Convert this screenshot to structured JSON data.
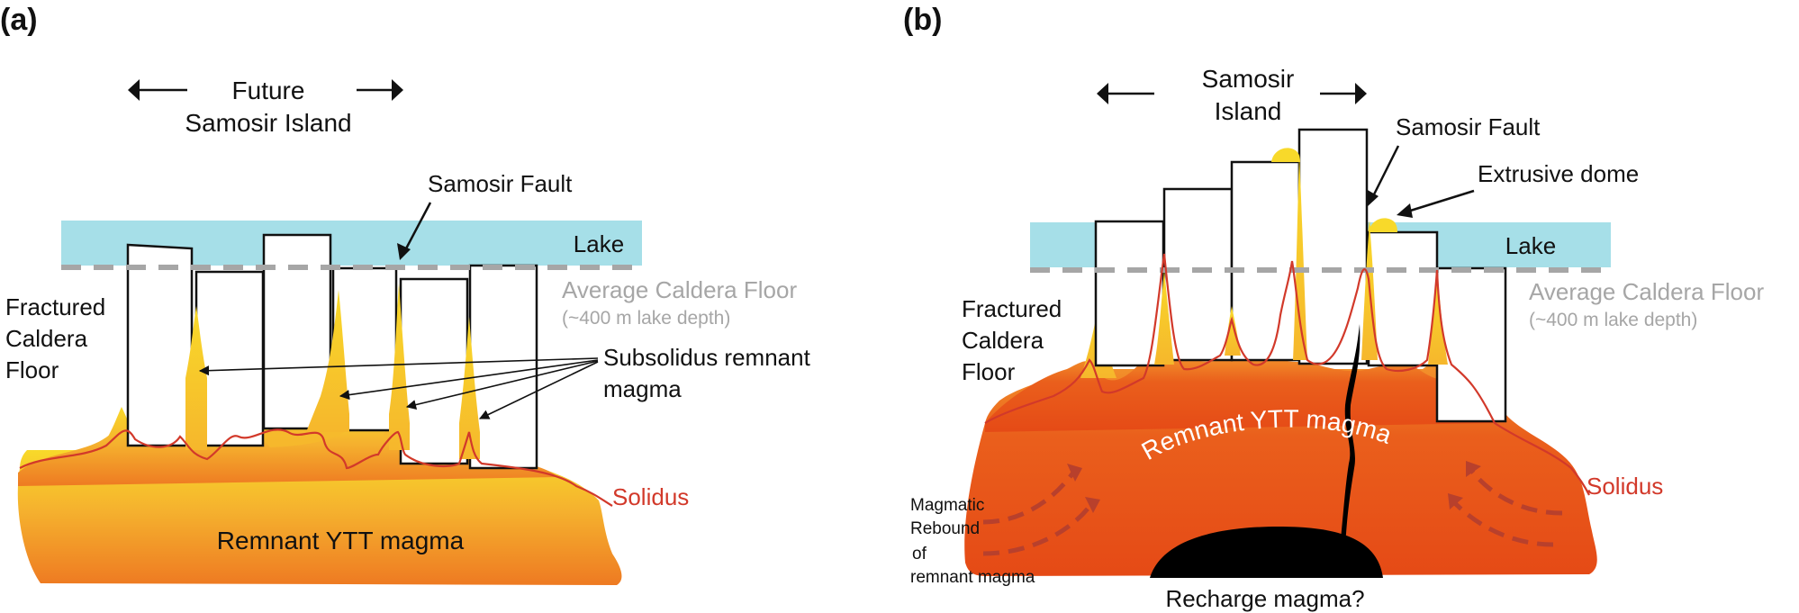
{
  "panel_a": {
    "tag": "(a)",
    "island_line1": "Future",
    "island_line2": "Samosir Island",
    "fault": "Samosir Fault",
    "lake": "Lake",
    "floor_line1": "Average Caldera Floor",
    "floor_line2": "(~400 m lake depth)",
    "fractured_line1": "Fractured",
    "fractured_line2": "Caldera",
    "fractured_line3": "Floor",
    "subsolidus_line1": "Subsolidus remnant",
    "subsolidus_line2": "magma",
    "solidus": "Solidus",
    "magma": "Remnant YTT magma"
  },
  "panel_b": {
    "tag": "(b)",
    "island_line1": "Samosir",
    "island_line2": "Island",
    "fault": "Samosir Fault",
    "dome": "Extrusive dome",
    "lake": "Lake",
    "floor_line1": "Average Caldera Floor",
    "floor_line2": "(~400 m lake depth)",
    "fractured_line1": "Fractured",
    "fractured_line2": "Caldera",
    "fractured_line3": "Floor",
    "magma": "Remnant YTT magma",
    "solidus": "Solidus",
    "rebound_line1": "Magmatic",
    "rebound_line2": "Rebound",
    "rebound_line3": "of",
    "rebound_line4": "remnant magma",
    "recharge": "Recharge magma?"
  },
  "colors": {
    "lake": "#a6dfe8",
    "magma_orange": "#f0882a",
    "magma_deep": "#e64d18",
    "melt_yellow": "#f8d92a",
    "solidus_red": "#d2392a",
    "floor_grey": "#a6a6a6",
    "recharge_black": "#000000"
  }
}
